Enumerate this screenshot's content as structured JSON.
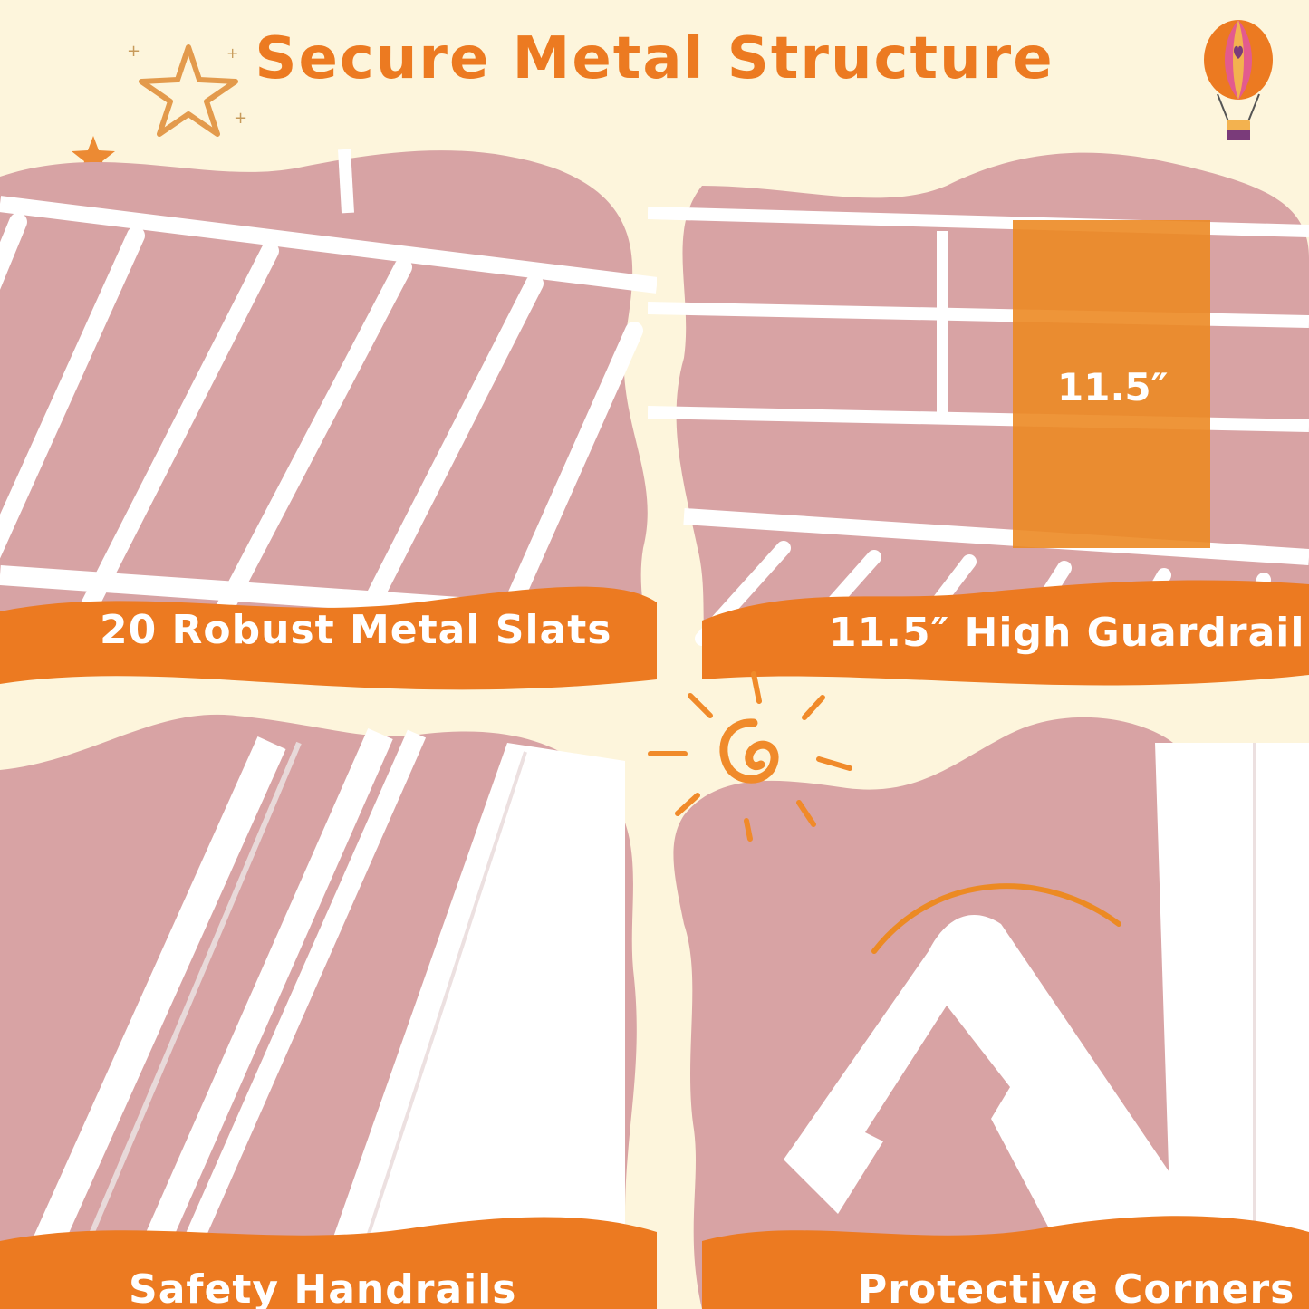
{
  "title": "Secure Metal Structure",
  "colors": {
    "background": "#fdf5dc",
    "accent_orange": "#ec7a21",
    "panel_pink": "#d9a6a6",
    "rail_white": "#ffffff"
  },
  "panels": [
    {
      "caption": "20 Robust Metal Slats"
    },
    {
      "caption": "11.5″ High Guardrail",
      "measurement": "11.5″"
    },
    {
      "caption": "Safety Handrails"
    },
    {
      "caption": "Protective Corners"
    }
  ],
  "decorations": [
    "star-icon",
    "small-star-icon",
    "hot-air-balloon-icon",
    "sun-doodle-icon"
  ]
}
